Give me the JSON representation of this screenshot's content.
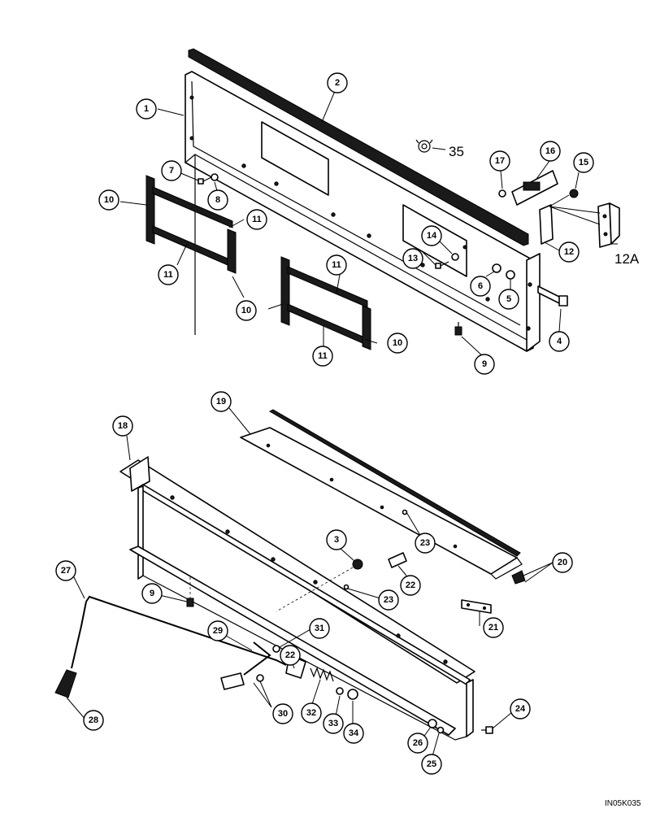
{
  "callouts": {
    "c1": "1",
    "c2": "2",
    "c4": "4",
    "c5": "5",
    "c6": "6",
    "c7": "7",
    "c8": "8",
    "c9a": "9",
    "c10a": "10",
    "c10b": "10",
    "c10c": "10",
    "c11a": "11",
    "c11b": "11",
    "c11c": "11",
    "c11d": "11",
    "c12": "12",
    "c13": "13",
    "c14": "14",
    "c15": "15",
    "c16": "16",
    "c17": "17",
    "c18": "18",
    "c19": "19",
    "c20": "20",
    "c21": "21",
    "c22a": "22",
    "c22b": "22",
    "c23a": "23",
    "c23b": "23",
    "c24": "24",
    "c25": "25",
    "c26": "26",
    "c27": "27",
    "c28": "28",
    "c29": "29",
    "c30": "30",
    "c31": "31",
    "c32": "32",
    "c33": "33",
    "c34": "34",
    "c3": "3",
    "c9b": "9"
  },
  "labels": {
    "l35": "35",
    "l12a": "12A"
  },
  "figure_code": "IN05K035"
}
